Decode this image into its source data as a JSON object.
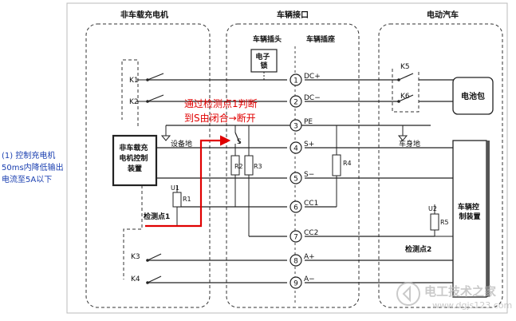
{
  "sections": {
    "charger": "非车载充电机",
    "interface": "车辆接口",
    "vehicle": "电动汽车",
    "plug": "车辆插头",
    "socket": "车辆插座"
  },
  "blocks": {
    "e_lock": "电子锁",
    "battery": "电池包",
    "charger_ctrl": [
      "非车载充",
      "电机控制",
      "装置"
    ],
    "vehicle_ctrl": [
      "车辆控",
      "制装置"
    ]
  },
  "switches": {
    "k1": "K1",
    "k2": "K2",
    "k3": "K3",
    "k4": "K4",
    "k5": "K5",
    "k6": "K6",
    "s": "S"
  },
  "components": {
    "r1": "R1",
    "r2": "R2",
    "r3": "R3",
    "r4": "R4",
    "r5": "R5",
    "u1": "U1",
    "u2": "U2"
  },
  "terminals": [
    {
      "num": "1",
      "name": "DC+"
    },
    {
      "num": "2",
      "name": "DC−"
    },
    {
      "num": "3",
      "name": "PE"
    },
    {
      "num": "4",
      "name": "S+"
    },
    {
      "num": "5",
      "name": "S−"
    },
    {
      "num": "6",
      "name": "CC1"
    },
    {
      "num": "7",
      "name": "CC2"
    },
    {
      "num": "8",
      "name": "A+"
    },
    {
      "num": "9",
      "name": "A−"
    }
  ],
  "labels": {
    "equipment_ground": "设备地",
    "body_ground": "车身地",
    "check_point_1": "检测点1",
    "check_point_2": "检测点2"
  },
  "annotations": {
    "red_line1": "通过检测点1判断",
    "red_line2": "到S由闭合→断开",
    "blue_line1": "(1) 控制充电机",
    "blue_line2": "50ms内降低输出",
    "blue_line3": "电流至5A以下"
  },
  "watermark": {
    "site_name": "电工技术之家",
    "site_url": "www.dgjs123.com"
  },
  "colors": {
    "line": "#222222",
    "highlight": "#e00000",
    "annotation_blue": "#1a3fb0",
    "watermark": "#c0c0c0"
  }
}
